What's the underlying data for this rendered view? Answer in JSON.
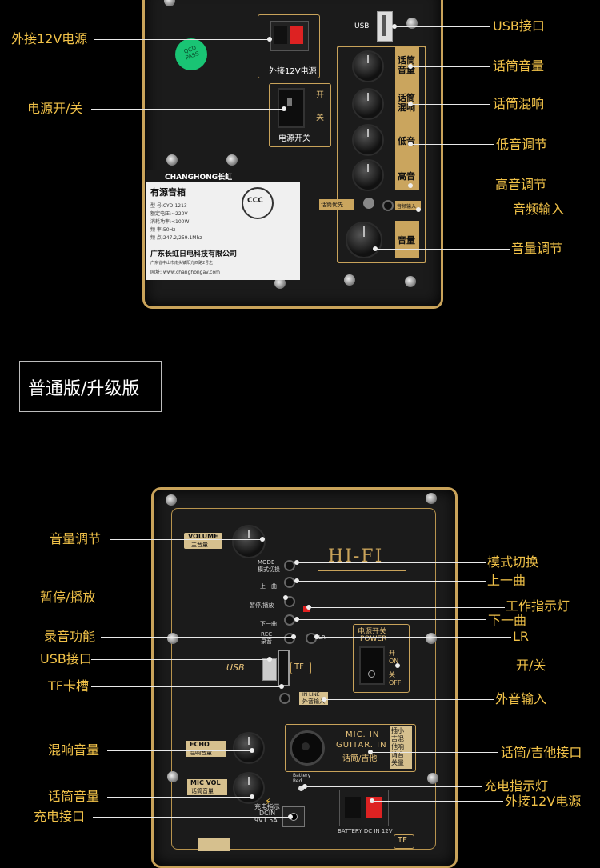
{
  "top_panel": {
    "brand": "CHANGHONG长虹",
    "product_name": "有源音箱",
    "specs": [
      "型    号:CYD-1213",
      "额定电压:~220V",
      "消耗功率:<100W",
      "频    率:50Hz",
      "频    点:247.2/259.1Mhz"
    ],
    "company": "广东长虹日电科技有限公司",
    "address": "广东省中山市南头镇阳光西路2号之一",
    "website": "网址: www.changhongav.com",
    "power_ext_label": "外接12V电源",
    "power_switch_label": "电源开关",
    "switch_on": "开",
    "switch_off": "关",
    "usb_text": "USB",
    "sticker": "QCD PASS",
    "ccc": "CCC",
    "knob_labels": [
      "话筒音量",
      "话筒混响",
      "低音",
      "高音",
      "音量"
    ],
    "mic_priority": "话筒优先",
    "audio_in": "音频输入",
    "callouts_left": [
      "外接12V电源",
      "电源开/关"
    ],
    "callouts_right": [
      "USB接口",
      "话筒音量",
      "话筒混响",
      "低音调节",
      "高音调节",
      "音频输入",
      "音量调节"
    ]
  },
  "version_label": "普通版/升级版",
  "bottom_panel": {
    "hifi_title": "HI-FI",
    "volume_label": "VOLUME",
    "volume_cn": "主音量",
    "mode_label": "MODE",
    "mode_cn": "模式切换",
    "prev_cn": "上一曲",
    "play_cn": "暂停/播放",
    "next_cn": "下一曲",
    "rec_label": "REC",
    "rec_cn": "录音",
    "lr_label": "LR",
    "power_box_title": "电源开关",
    "power_word": "POWER",
    "on_word": "开 ON",
    "off_word": "关 OFF",
    "usb_text": "USB",
    "tf_text": "TF",
    "line_in": "IN LINE",
    "line_in_cn": "外音输入",
    "mic_in": "MIC. IN",
    "guitar_in": "GUITAR. IN",
    "mic_guitar_cn": "话筒/吉他",
    "insert_note": "插小 吉混 他响 请音 关量",
    "echo_label": "ECHO",
    "echo_cn": "混响音量",
    "micvol_label": "MIC VOL",
    "micvol_cn": "话筒音量",
    "charge_label": "充电指示",
    "dcin_label": "DCIN",
    "dc_spec": "9V1.5A",
    "battery_red": "Battery Red",
    "battery_dc": "BATTERY DC IN 12V",
    "callouts_left": [
      "音量调节",
      "暂停/播放",
      "录音功能",
      "USB接口",
      "TF卡槽",
      "混响音量",
      "话筒音量",
      "充电接口"
    ],
    "callouts_right": [
      "模式切换",
      "上一曲",
      "工作指示灯",
      "下一曲",
      "LR",
      "开/关",
      "外音输入",
      "话筒/吉他接口",
      "充电指示灯",
      "外接12V电源"
    ]
  }
}
